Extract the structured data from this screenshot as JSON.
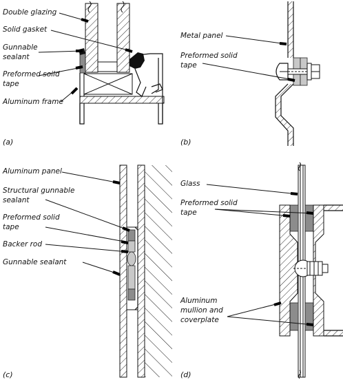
{
  "panels": [
    {
      "id": "a",
      "tag": "(a)",
      "labels": [
        "Double glazing",
        "Solid gasket",
        "Gunnable",
        "sealant",
        "Preformed soild",
        "tape",
        "Aluminum frame"
      ]
    },
    {
      "id": "b",
      "tag": "(b)",
      "labels": [
        "Metal panel",
        "Preformed solid",
        "tape"
      ]
    },
    {
      "id": "c",
      "tag": "(c)",
      "labels": [
        "Aluminum panel",
        "Structural gunnable",
        "sealant",
        "Preformed solid",
        "tape",
        "Backer rod",
        "Gunnable sealant"
      ]
    },
    {
      "id": "d",
      "tag": "(d)",
      "labels": [
        "Glass",
        "Preformed solid",
        "tape",
        "Aluminum",
        "mullion and",
        "coverplate"
      ]
    }
  ],
  "colors": {
    "ink": "#111111",
    "sealant_dark": "#8c8c8c",
    "sealant_light": "#c8c8c8"
  }
}
